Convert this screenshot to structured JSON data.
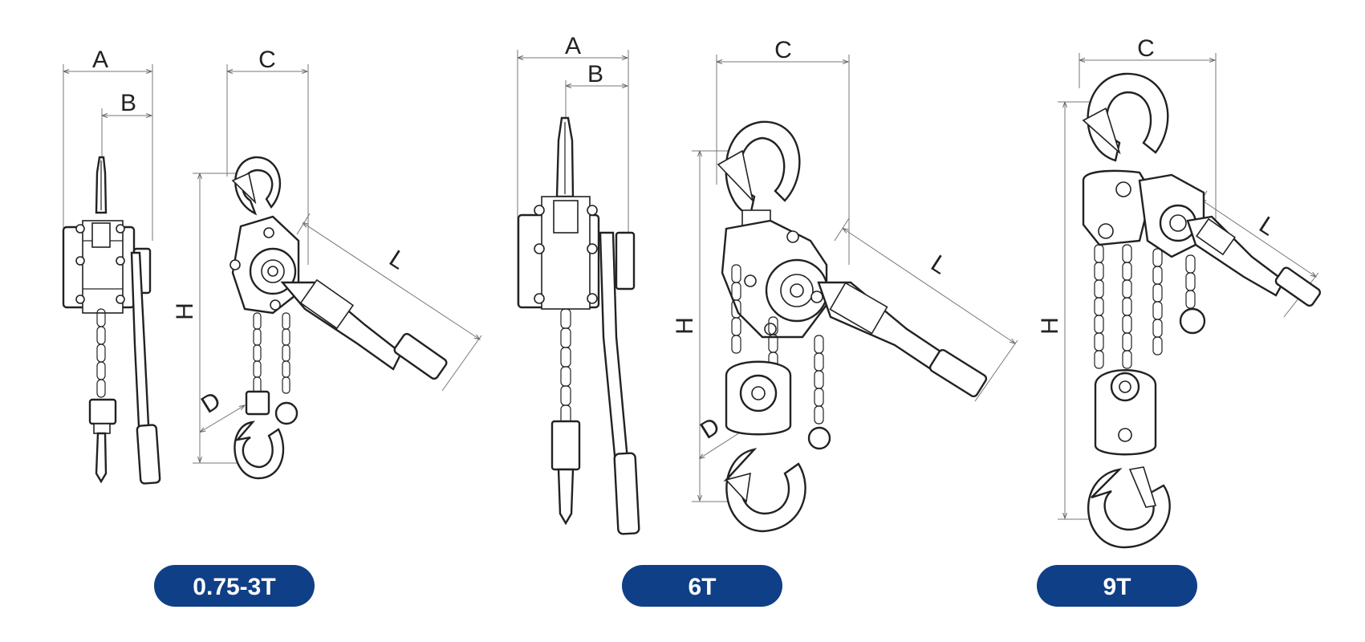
{
  "dimension_labels": {
    "a": "A",
    "b": "B",
    "c": "C",
    "d": "D",
    "h": "H",
    "l": "L"
  },
  "models": [
    {
      "label": "0.75-3T"
    },
    {
      "label": "6T"
    },
    {
      "label": "9T"
    }
  ],
  "colors": {
    "badge": "#0f3f86",
    "line": "#222222",
    "dimension": "#777777",
    "background": "#ffffff"
  }
}
